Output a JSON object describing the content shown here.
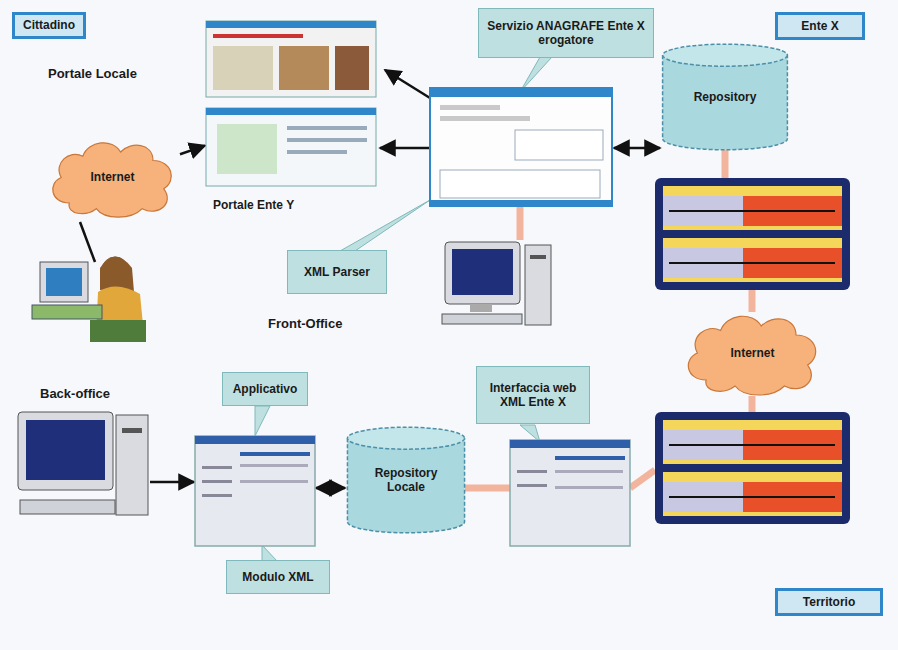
{
  "diagram": {
    "nodes": [
      {
        "text": [
          "Cittadino"
        ]
      },
      {
        "text": [
          "Ente X"
        ]
      },
      {
        "text": [
          "Internet"
        ]
      },
      {
        "text": [
          "Portale Ente Y"
        ]
      },
      {
        "text": [
          "Servizio ANAGRAFE Ente X erogatore"
        ]
      },
      {
        "text": [
          "XML Parser"
        ]
      },
      {
        "text": [
          "Repository"
        ]
      },
      {
        "text": [
          "Internet"
        ]
      },
      {
        "text": [
          "Applicativo"
        ]
      },
      {
        "text": [
          "Modulo XML"
        ]
      },
      {
        "text": [
          "Repository Locale"
        ]
      },
      {
        "text": [
          "Interfaccia web XML Ente X"
        ]
      },
      {
        "text": [
          "Territorio"
        ]
      }
    ],
    "edges": [
      {
        "from": 2,
        "to": 3,
        "arrow": "to"
      }
    ],
    "labels": [
      "Portale Locale",
      "Front-Office",
      "Back-office"
    ]
  }
}
